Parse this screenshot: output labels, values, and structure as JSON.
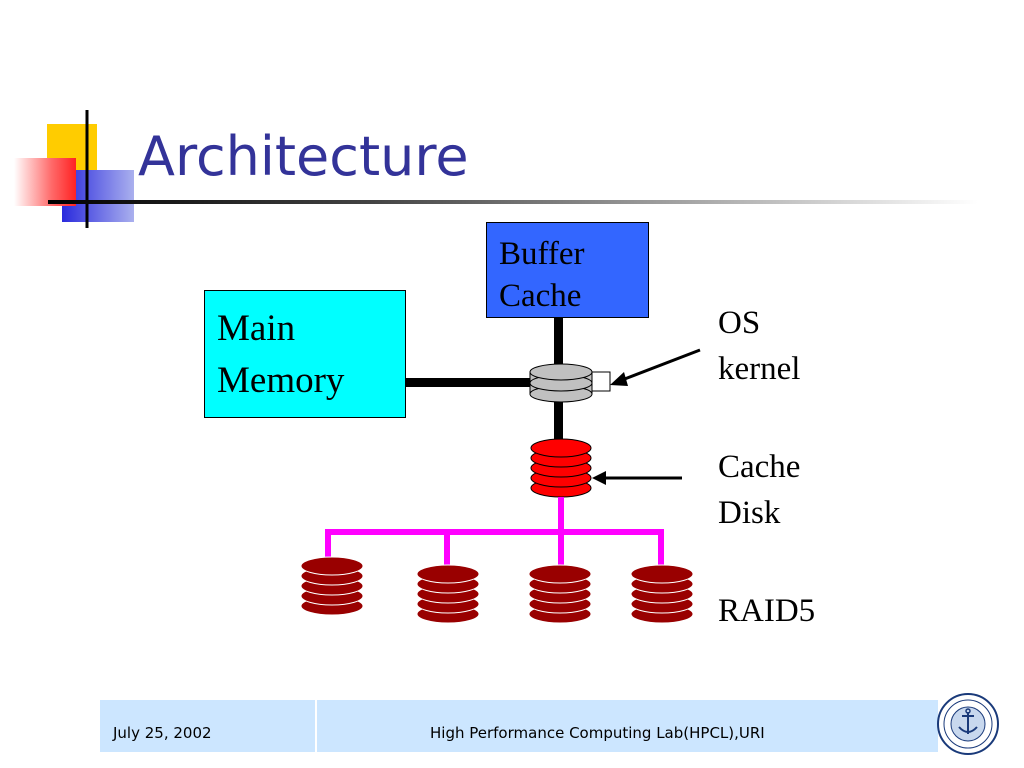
{
  "slide": {
    "title": "Architecture"
  },
  "diagram": {
    "main_memory": {
      "line1": "Main",
      "line2": "Memory"
    },
    "buffer_cache": {
      "line1": "Buffer",
      "line2": "Cache"
    },
    "labels": {
      "os_line1": "OS",
      "os_line2": "kernel",
      "cache_line1": "Cache",
      "cache_line2": "Disk",
      "raid": "RAID5"
    },
    "colors": {
      "main_memory": "#00ffff",
      "buffer_cache": "#3366ff",
      "os_kernel_disk": "#c0c0c0",
      "cache_disk": "#ff0000",
      "raid_disk": "#990000",
      "raid_bus": "#ff00ff"
    },
    "raid_disk_count": 4
  },
  "footer": {
    "date": "July 25, 2002",
    "lab": "High Performance Computing Lab(HPCL),URI"
  },
  "theme": {
    "title_color": "#333399",
    "footer_bg": "#cce6ff"
  }
}
